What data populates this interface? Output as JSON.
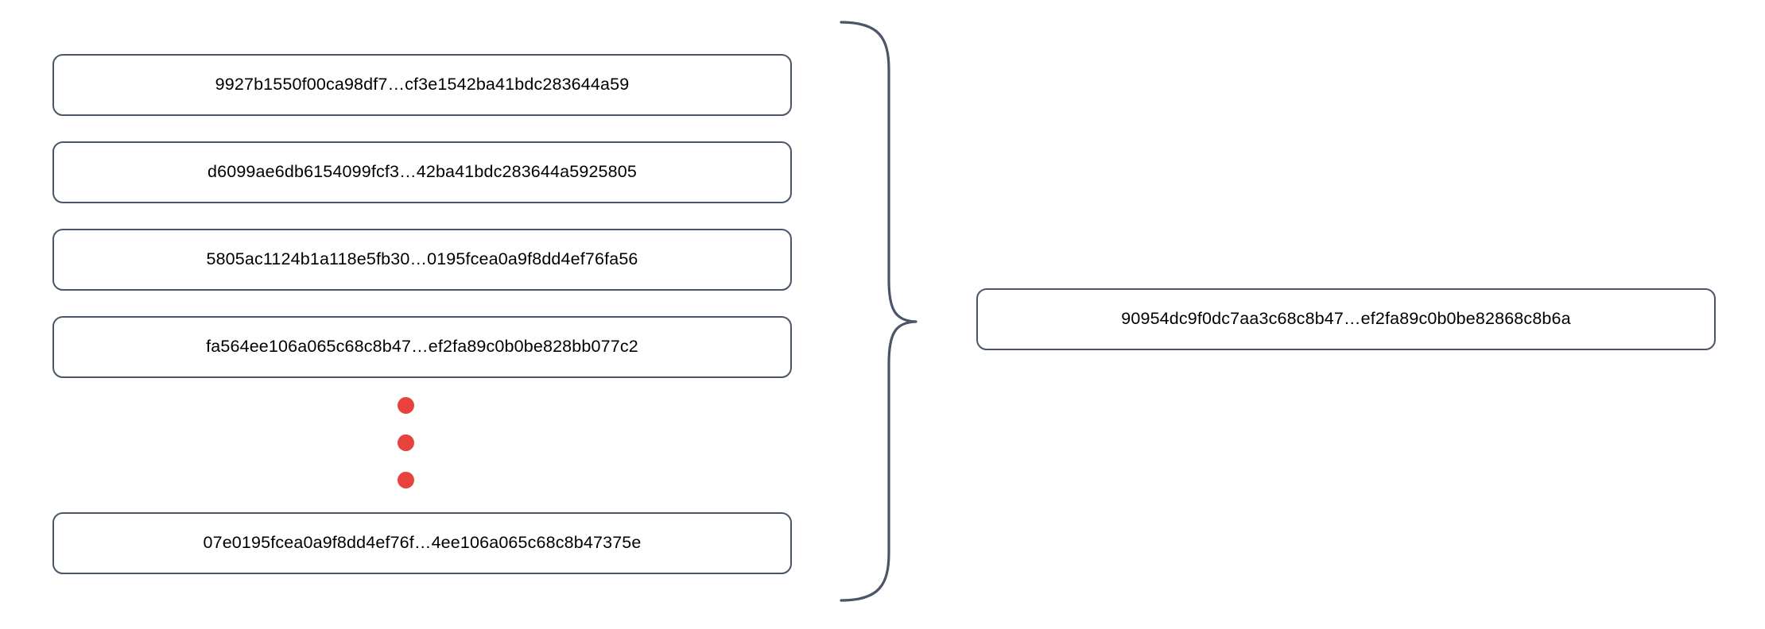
{
  "diagram": {
    "title": "Hash aggregation diagram",
    "colors": {
      "box_border": "#4A5568",
      "box_fill": "#FFFFFF",
      "text": "#000000",
      "ellipsis_dot": "#E8423C",
      "brace_stroke": "#4A5568"
    },
    "inputs": [
      {
        "hash": "9927b1550f00ca98df7…cf3e1542ba41bdc283644a59"
      },
      {
        "hash": "d6099ae6db6154099fcf3…42ba41bdc283644a5925805"
      },
      {
        "hash": "5805ac1124b1a118e5fb30…0195fcea0a9f8dd4ef76fa56"
      },
      {
        "hash": "fa564ee106a065c68c8b47…ef2fa89c0b0be828bb077c2"
      },
      {
        "hash": "07e0195fcea0a9f8dd4ef76f…4ee106a065c68c8b47375e"
      }
    ],
    "ellipsis": {
      "symbol": "vertical-ellipsis",
      "dot_count": 3
    },
    "brace": {
      "symbol": "right-pointing-curly-brace",
      "orientation": "points-right"
    },
    "output": {
      "hash": "90954dc9f0dc7aa3c68c8b47…ef2fa89c0b0be82868c8b6a"
    }
  }
}
